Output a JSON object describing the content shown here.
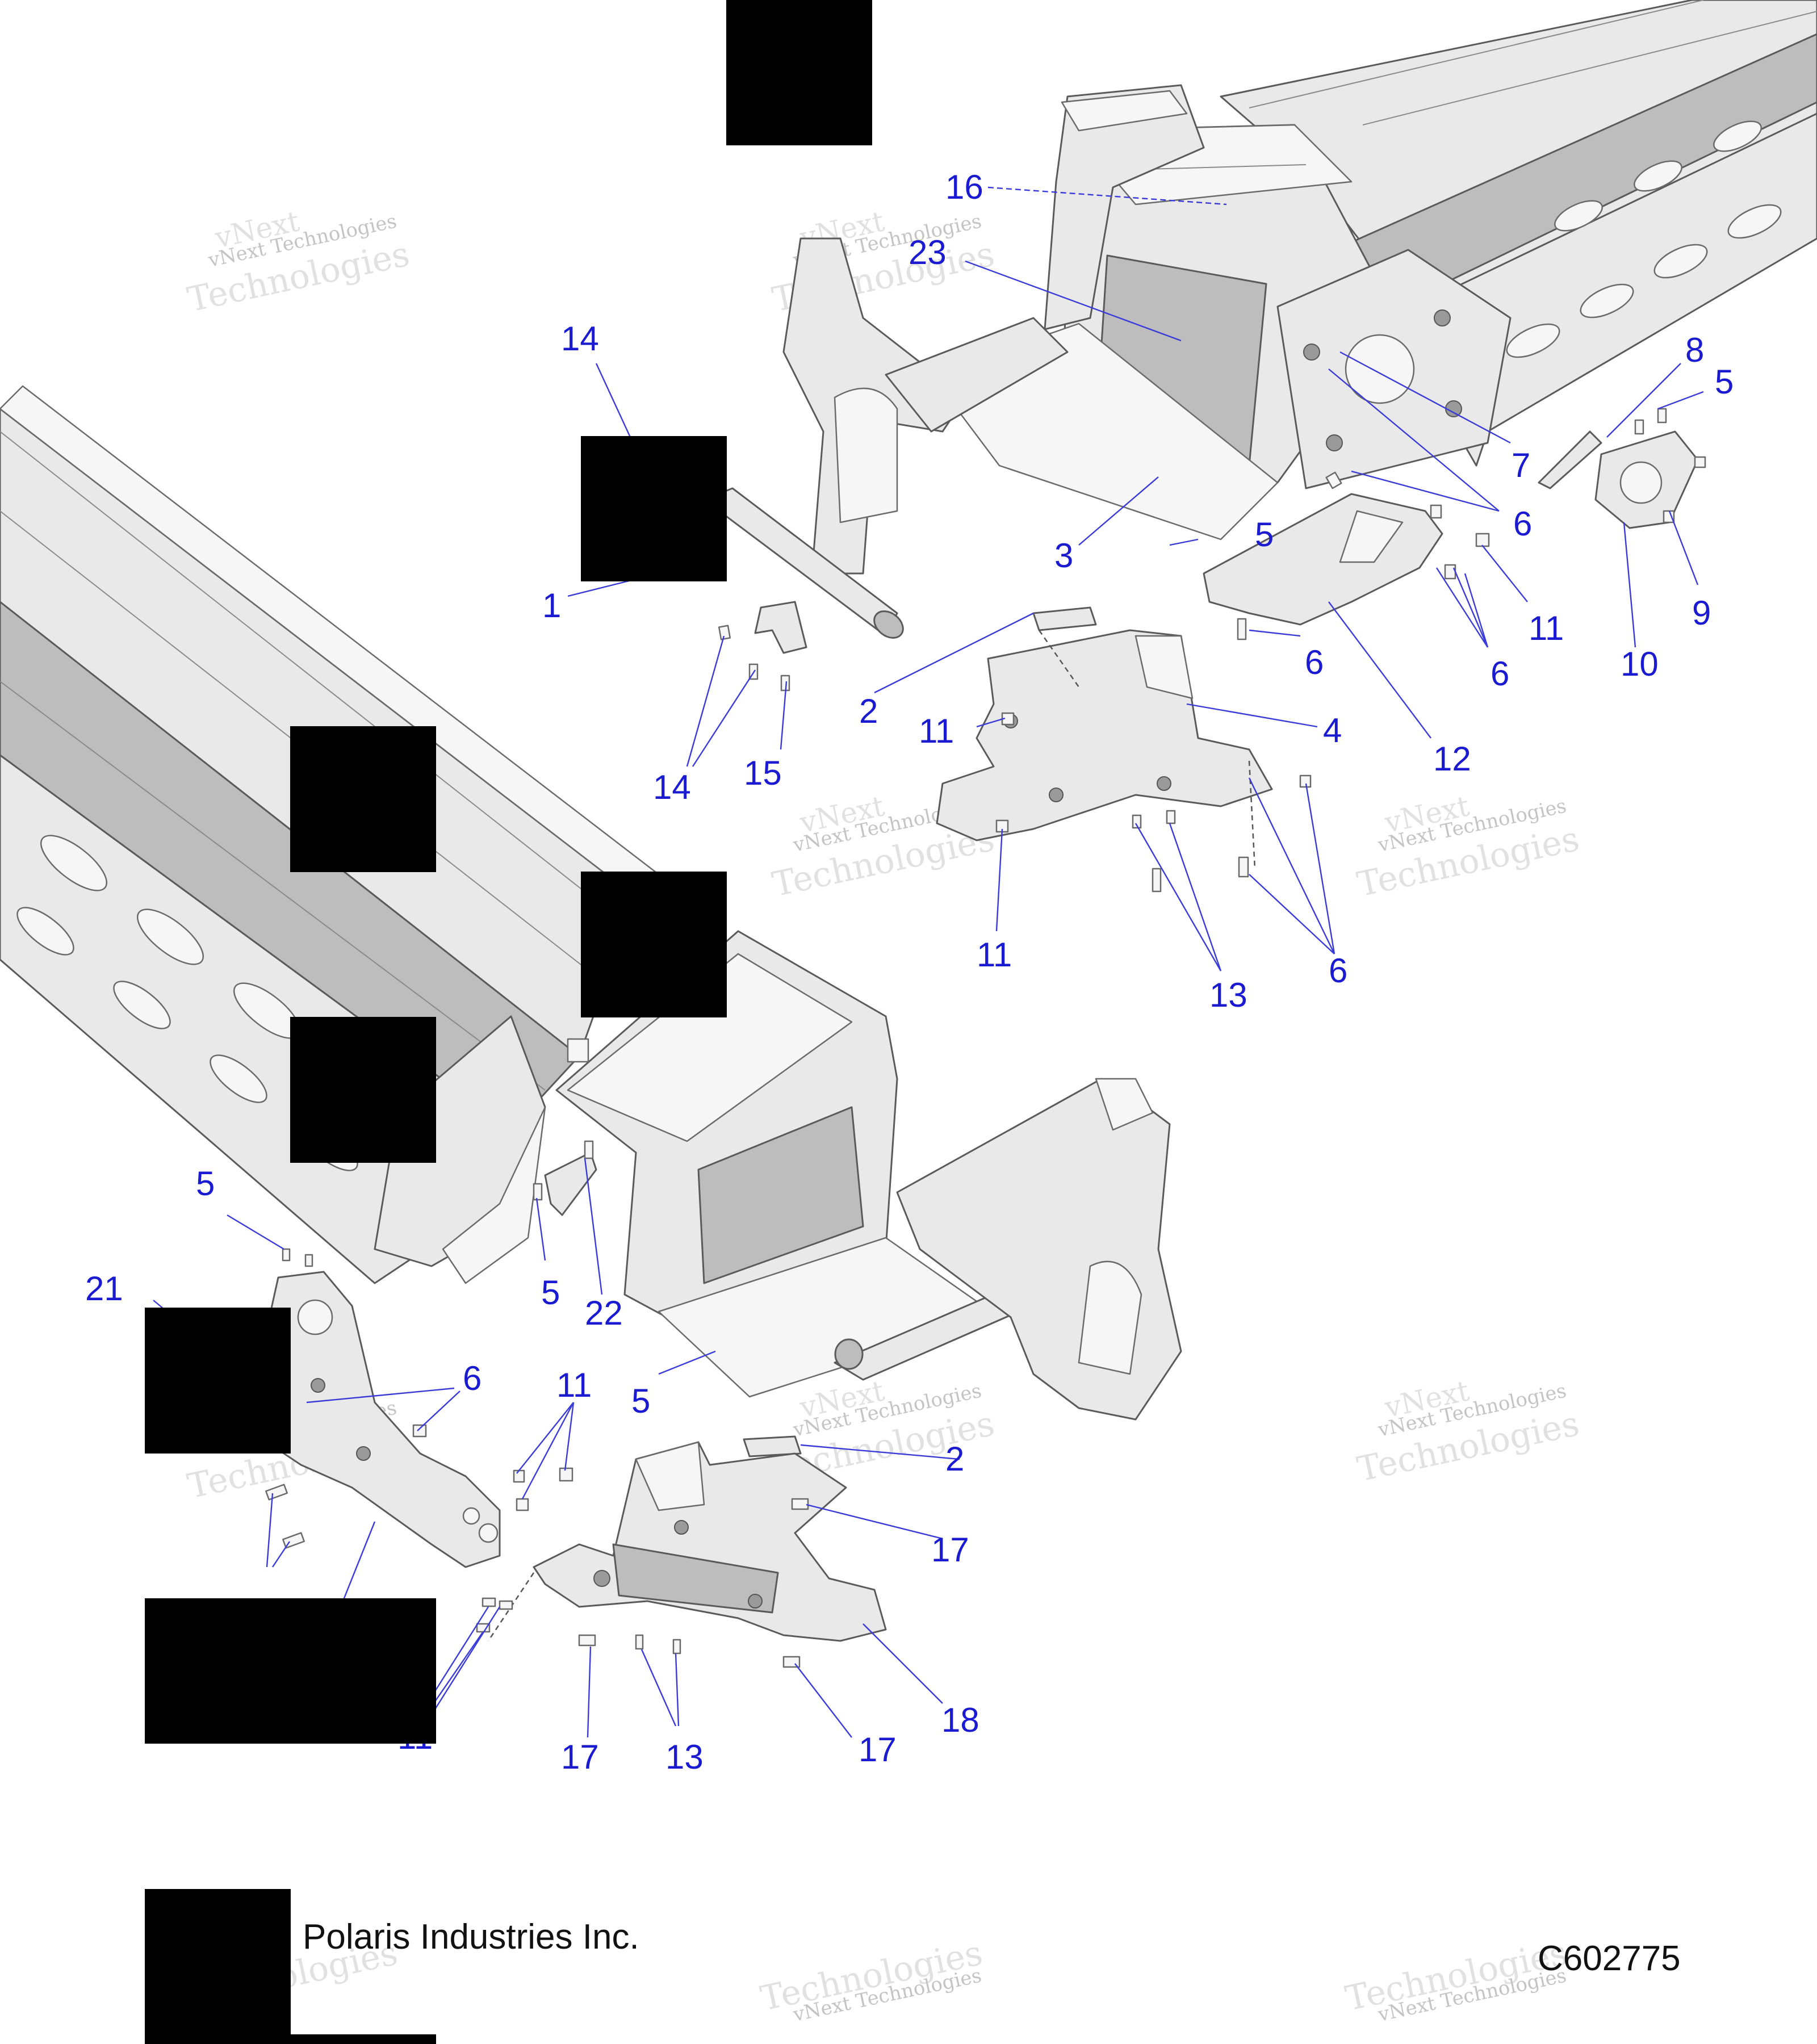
{
  "footer": {
    "company": "Polaris Industries Inc.",
    "figure_code": "C602775"
  },
  "watermark": {
    "line1": "vNext Technologies",
    "line2": "vNext",
    "line3": "Technologies"
  },
  "callouts": [
    {
      "id": "c16",
      "label": "16"
    },
    {
      "id": "c23",
      "label": "23"
    },
    {
      "id": "c14a",
      "label": "14"
    },
    {
      "id": "c1",
      "label": "1"
    },
    {
      "id": "c3",
      "label": "3"
    },
    {
      "id": "c5a",
      "label": "5"
    },
    {
      "id": "c8",
      "label": "8"
    },
    {
      "id": "c5b",
      "label": "5"
    },
    {
      "id": "c7",
      "label": "7"
    },
    {
      "id": "c6a",
      "label": "6"
    },
    {
      "id": "c11a",
      "label": "11"
    },
    {
      "id": "c9",
      "label": "9"
    },
    {
      "id": "c6b",
      "label": "6"
    },
    {
      "id": "c6c",
      "label": "6"
    },
    {
      "id": "c10",
      "label": "10"
    },
    {
      "id": "c2a",
      "label": "2"
    },
    {
      "id": "c11b",
      "label": "11"
    },
    {
      "id": "c4",
      "label": "4"
    },
    {
      "id": "c12",
      "label": "12"
    },
    {
      "id": "c14b",
      "label": "14"
    },
    {
      "id": "c15",
      "label": "15"
    },
    {
      "id": "c11c",
      "label": "11"
    },
    {
      "id": "c13a",
      "label": "13"
    },
    {
      "id": "c6d",
      "label": "6"
    },
    {
      "id": "c5c",
      "label": "5"
    },
    {
      "id": "c21",
      "label": "21"
    },
    {
      "id": "c5d",
      "label": "5"
    },
    {
      "id": "c22",
      "label": "22"
    },
    {
      "id": "c5e",
      "label": "5"
    },
    {
      "id": "c6e",
      "label": "6"
    },
    {
      "id": "c11d",
      "label": "11"
    },
    {
      "id": "c2b",
      "label": "2"
    },
    {
      "id": "c17a",
      "label": "17"
    },
    {
      "id": "c18",
      "label": "18"
    },
    {
      "id": "c17b",
      "label": "17"
    },
    {
      "id": "c13b",
      "label": "13"
    },
    {
      "id": "c17c",
      "label": "17"
    },
    {
      "id": "c11e",
      "label": "11"
    }
  ]
}
